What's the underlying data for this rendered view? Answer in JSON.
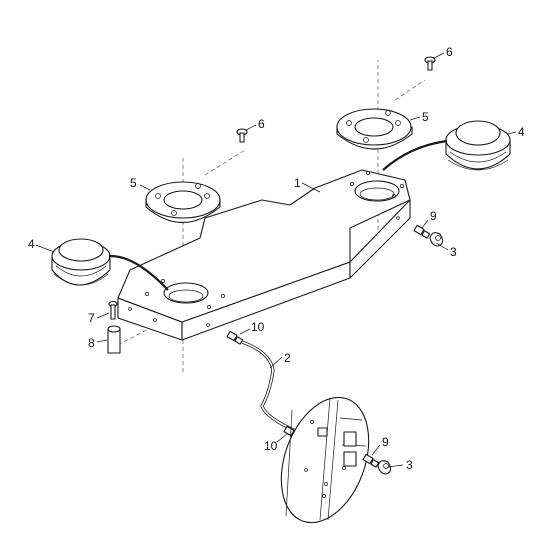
{
  "callouts": {
    "c1": "1",
    "c2": "2",
    "c3a": "3",
    "c3b": "3",
    "c4a": "4",
    "c4b": "4",
    "c5a": "5",
    "c5b": "5",
    "c6a": "6",
    "c6b": "6",
    "c7": "7",
    "c8": "8",
    "c9a": "9",
    "c9b": "9",
    "c10a": "10",
    "c10b": "10"
  }
}
